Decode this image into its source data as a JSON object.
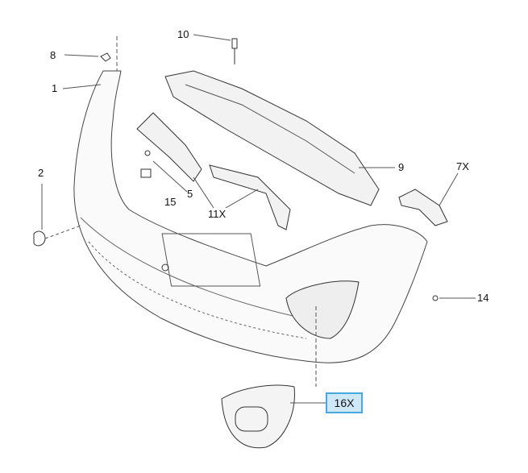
{
  "diagram": {
    "callouts": [
      {
        "id": "8",
        "label": "8"
      },
      {
        "id": "10",
        "label": "10"
      },
      {
        "id": "1",
        "label": "1"
      },
      {
        "id": "2",
        "label": "2"
      },
      {
        "id": "9",
        "label": "9"
      },
      {
        "id": "7X",
        "label": "7X"
      },
      {
        "id": "5",
        "label": "5"
      },
      {
        "id": "15",
        "label": "15"
      },
      {
        "id": "11X",
        "label": "11X"
      },
      {
        "id": "14",
        "label": "14"
      }
    ],
    "highlighted": {
      "label": "16X",
      "fill": "#cfe8f8",
      "border": "#4aa8e0"
    }
  }
}
